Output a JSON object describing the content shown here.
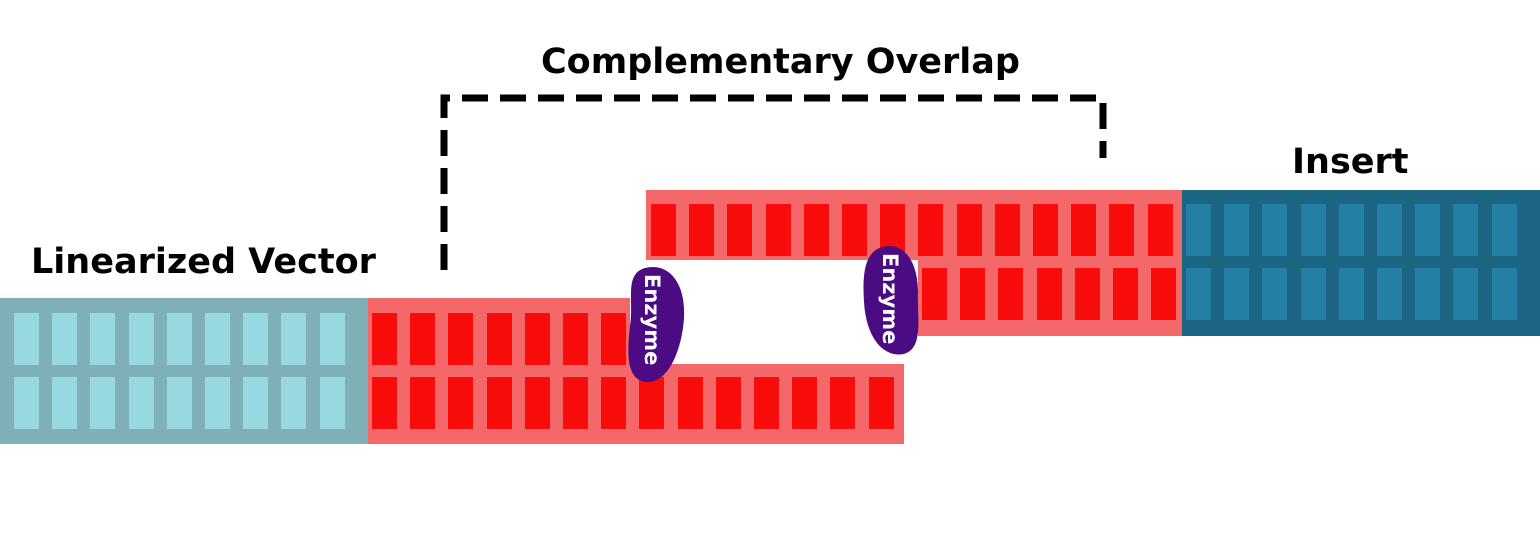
{
  "labels": {
    "overlap": "Complementary Overlap",
    "insert": "Insert",
    "vector": "Linearized Vector",
    "enzyme": "Enzyme"
  },
  "colors": {
    "vector_strand": "#7fb0b8",
    "vector_bases": "#98d8e0",
    "overlap_strand": "#f4686a",
    "overlap_bases": "#f90c0c",
    "insert_strand": "#1c6683",
    "insert_bases": "#2480a6",
    "enzyme": "#4b0b82",
    "bracket": "#000000"
  }
}
